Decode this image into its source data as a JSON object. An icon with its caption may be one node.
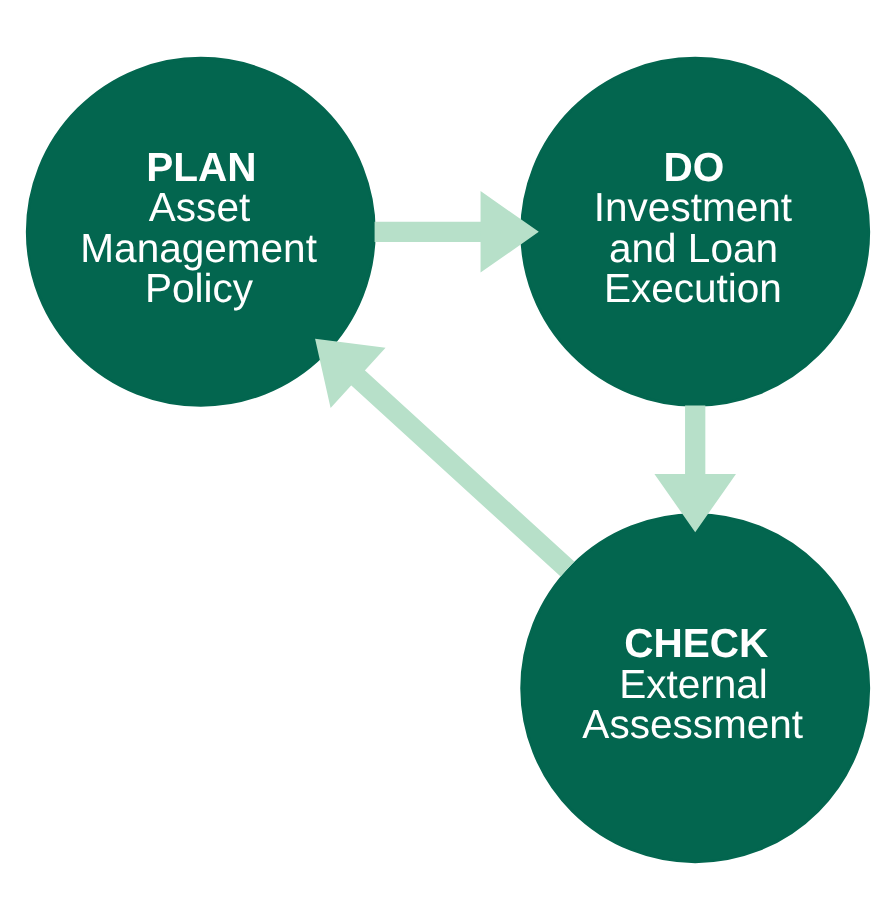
{
  "diagram": {
    "nodes": [
      {
        "text": [
          "PLAN",
          "Asset Management Policy"
        ]
      },
      {
        "text": [
          "DO",
          "Investment and Loan Execution"
        ]
      },
      {
        "text": [
          "CHECK",
          "External Assessment"
        ]
      }
    ],
    "edges": [
      {
        "from": 0,
        "to": 1,
        "arrow": "to"
      },
      {
        "from": 1,
        "to": 2,
        "arrow": "to"
      },
      {
        "from": 2,
        "to": 0,
        "arrow": "to"
      }
    ]
  }
}
